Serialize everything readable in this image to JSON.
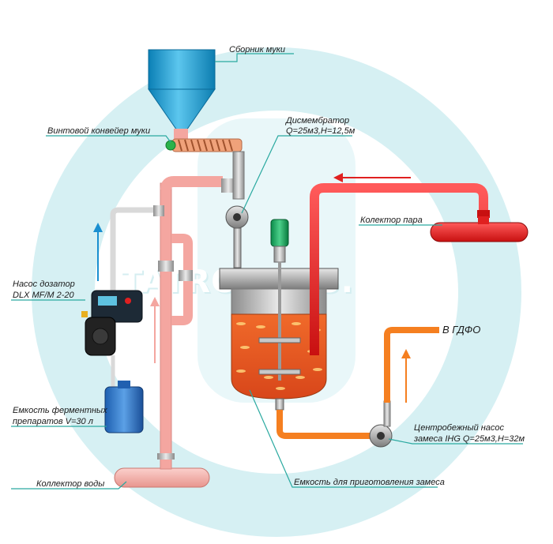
{
  "watermark": {
    "brand_text": "TATRON D.S."
  },
  "labels": {
    "flour_hopper": "Сборник муки",
    "screw_conveyor": "Винтовой конвейер муки",
    "dismembrator_title": "Дисмембратор",
    "dismembrator_spec": "Q=25м3,Н=12,5м",
    "steam_collector": "Колектор пара",
    "dosing_pump_title": "Насос дозатор",
    "dosing_pump_model": "DLX MF/M 2-20",
    "enzyme_tank_line1": "Емкость ферментных",
    "enzyme_tank_line2": "препаратов V=30 л",
    "water_collector": "Коллектор воды",
    "mix_tank": "Емкость для приготовления замеса",
    "to_gdfo": "В ГДФО",
    "centrifugal_pump_line1": "Центробежный насос",
    "centrifugal_pump_line2": "замеса IHG  Q=25м3,Н=32м"
  },
  "colors": {
    "water_pipe": "#f4a6a0",
    "steam_pipe": "#ee1c1c",
    "mash_pipe": "#f57f20",
    "hopper": "#1aa3dc",
    "mash_fill": "#e8521c",
    "arrow_blue": "#1a8fd0",
    "arrow_red": "#e02020",
    "arrow_pink": "#f4a6a0",
    "arrow_orange": "#f57f20",
    "label_line": "#2aa9a0",
    "watermark": "#bfe8ee"
  }
}
